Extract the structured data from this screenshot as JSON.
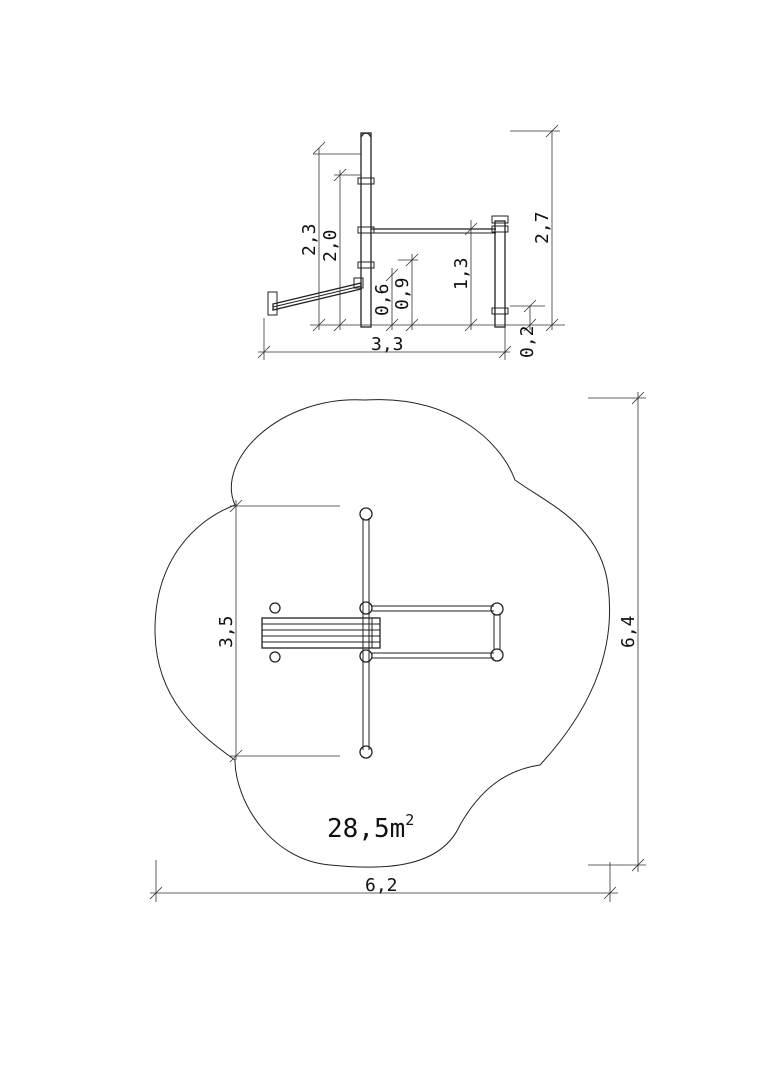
{
  "side_view": {
    "dimensions": {
      "height_2_3": "2,3",
      "height_2_0": "2,0",
      "height_0_6": "0,6",
      "height_0_9": "0,9",
      "height_1_3": "1,3",
      "height_2_7": "2,7",
      "height_0_2": "0,2",
      "width_3_3": "3,3"
    }
  },
  "plan_view": {
    "dimensions": {
      "depth_3_5": "3,5",
      "height_6_4": "6,4",
      "width_6_2": "6,2"
    },
    "area": {
      "value": "28,5m",
      "superscript": "2"
    }
  }
}
